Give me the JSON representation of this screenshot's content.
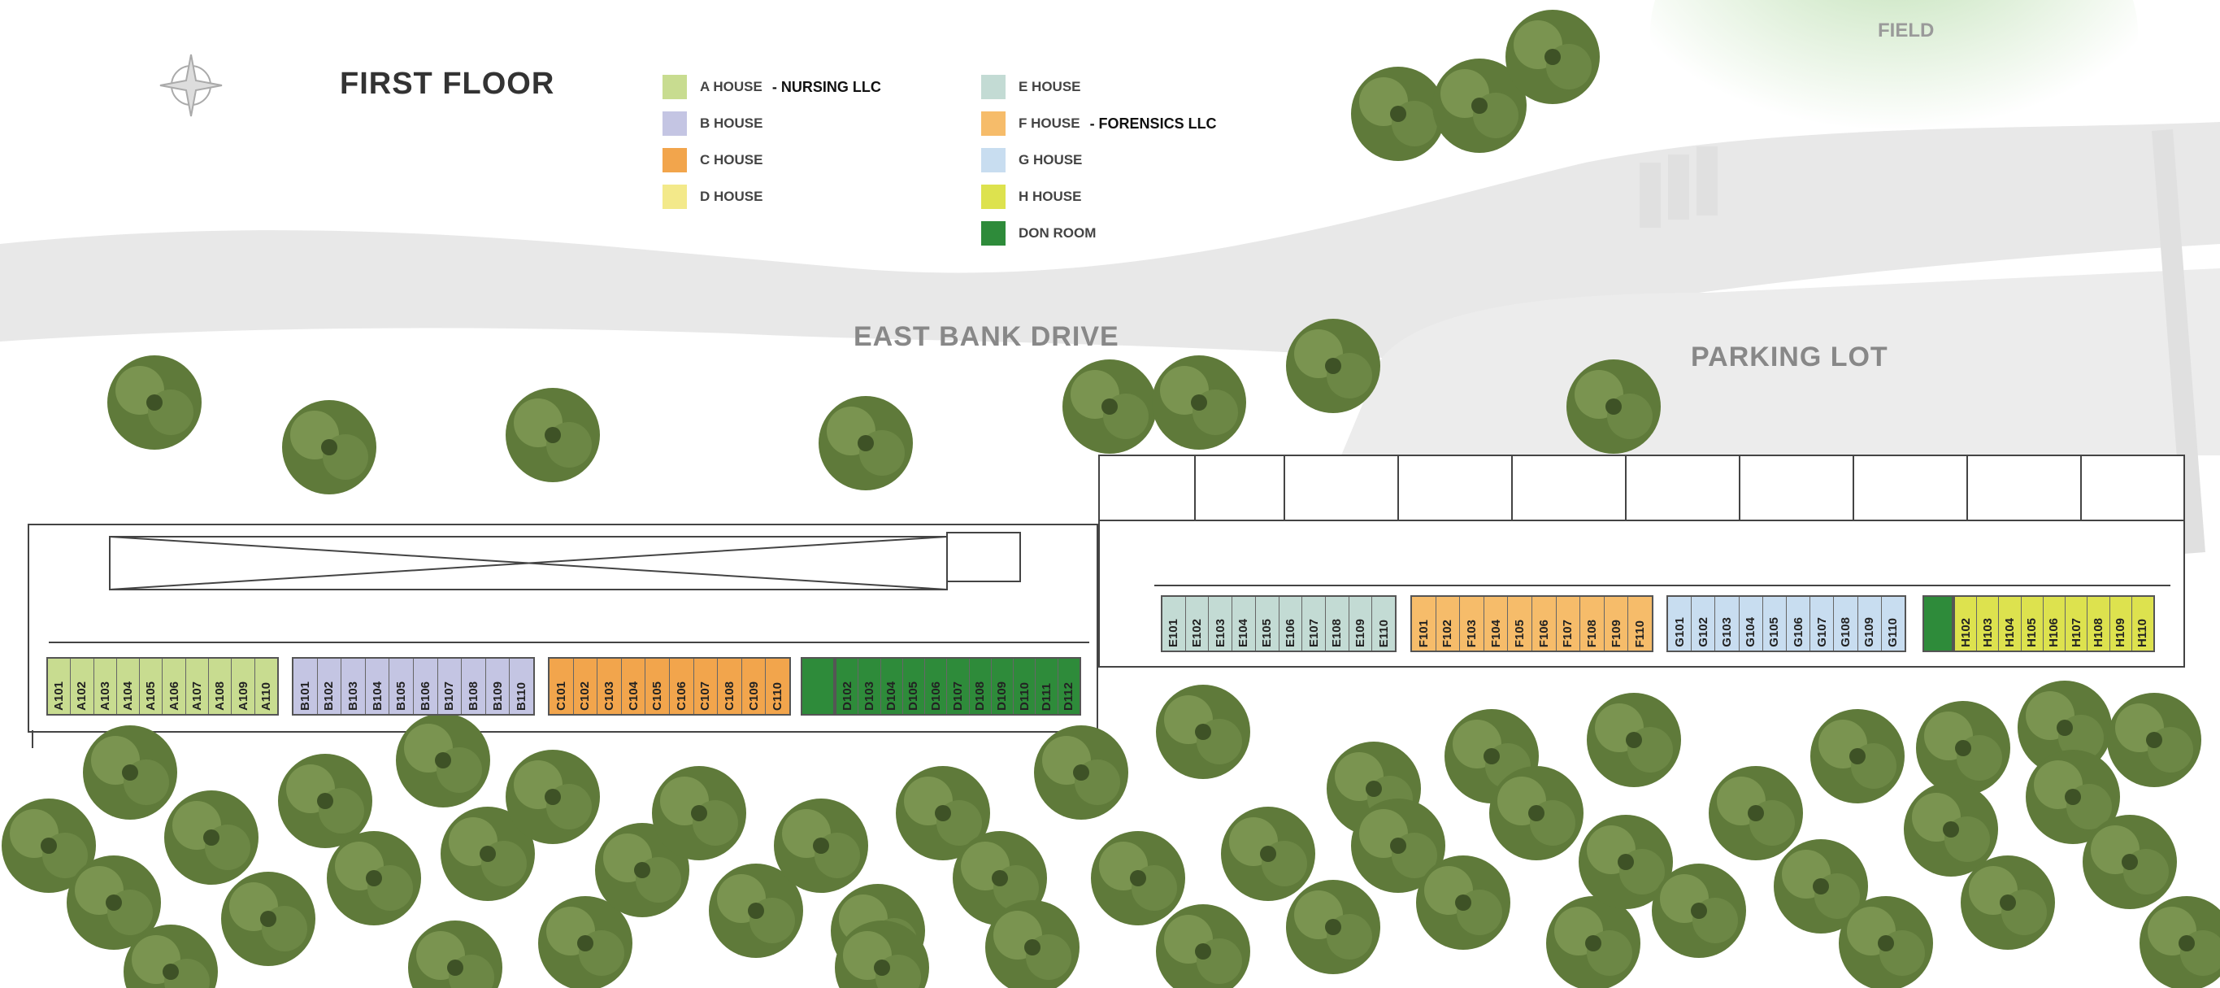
{
  "title": "FIRST FLOOR",
  "compass": "compass-rose",
  "labels": {
    "road": "EAST BANK DRIVE",
    "parking": "PARKING LOT",
    "field": "FIELD"
  },
  "legend": [
    {
      "label": "A HOUSE",
      "note": "- NURSING LLC",
      "color": "#c8dc90"
    },
    {
      "label": "B HOUSE",
      "note": "",
      "color": "#c4c5e3"
    },
    {
      "label": "C HOUSE",
      "note": "",
      "color": "#f2a54c"
    },
    {
      "label": "D HOUSE",
      "note": "",
      "color": "#f3e98a"
    },
    {
      "label": "E HOUSE",
      "note": "",
      "color": "#c3dbd4"
    },
    {
      "label": "F HOUSE",
      "note": "- FORENSICS LLC",
      "color": "#f6bc6a"
    },
    {
      "label": "G HOUSE",
      "note": "",
      "color": "#c8ddf0"
    },
    {
      "label": "H HOUSE",
      "note": "",
      "color": "#dde24e"
    },
    {
      "label": "DON ROOM",
      "note": "",
      "color": "#2e8b3a"
    }
  ],
  "houses": {
    "A": [
      "A101",
      "A102",
      "A103",
      "A104",
      "A105",
      "A106",
      "A107",
      "A108",
      "A109",
      "A110"
    ],
    "B": [
      "B101",
      "B102",
      "B103",
      "B104",
      "B105",
      "B106",
      "B107",
      "B108",
      "B109",
      "B110"
    ],
    "C": [
      "C101",
      "C102",
      "C103",
      "C104",
      "C105",
      "C106",
      "C107",
      "C108",
      "C109",
      "C110"
    ],
    "D": [
      "D102",
      "D103",
      "D104",
      "D105",
      "D106",
      "D107",
      "D108",
      "D109",
      "D110",
      "D111",
      "D112"
    ],
    "E": [
      "E101",
      "E102",
      "E103",
      "E104",
      "E105",
      "E106",
      "E107",
      "E108",
      "E109",
      "E110"
    ],
    "F": [
      "F101",
      "F102",
      "F103",
      "F104",
      "F105",
      "F106",
      "F107",
      "F108",
      "F109",
      "F110"
    ],
    "G": [
      "G101",
      "G102",
      "G103",
      "G104",
      "G105",
      "G106",
      "G107",
      "G108",
      "G109",
      "G110"
    ],
    "H": [
      "H102",
      "H103",
      "H104",
      "H105",
      "H106",
      "H107",
      "H108",
      "H109",
      "H110"
    ]
  }
}
